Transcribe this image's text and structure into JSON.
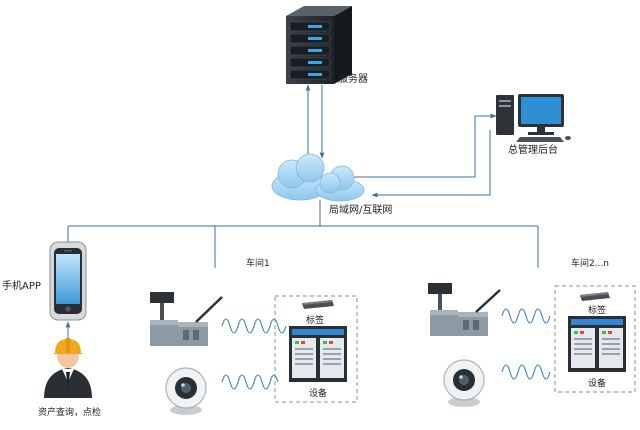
{
  "labels": {
    "server": "服务器",
    "admin": "总管理后台",
    "network": "局域网/互联网",
    "phone": "手机APP",
    "person": "资产查询，点检",
    "workshop1": "车间1",
    "workshop2": "车间2...n",
    "tag1": "标签",
    "device1": "设备",
    "tag2": "标签",
    "device2": "设备"
  },
  "icons": {
    "server": "server-icon",
    "admin": "desktop-computer-icon",
    "network": "cloud-icon",
    "phone": "smartphone-icon",
    "person": "worker-icon",
    "reader": "rfid-reader-icon",
    "camera": "webcam-icon",
    "tag": "rfid-tag-icon",
    "device": "equipment-cabinet-icon"
  },
  "colors": {
    "line": "#3f6f9f",
    "wave": "#2f7fc8",
    "cloud": "#a9d6f2",
    "server": "#2c3238",
    "server_led": "#36a7e8",
    "helmet": "#f2a81d"
  }
}
